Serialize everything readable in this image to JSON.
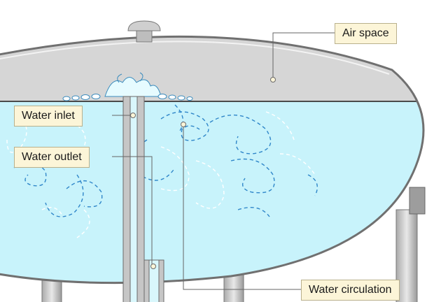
{
  "labels": {
    "air_space": "Air space",
    "water_inlet": "Water inlet",
    "water_outlet": "Water outlet",
    "water_circulation": "Water circulation"
  },
  "colors": {
    "water": "#c8f3fb",
    "air": "#d6d6d6",
    "tank_outline": "#707070",
    "pipe": "#c6c6c6",
    "swirl": "#2f86c9",
    "label_bg": "#fcf5d8",
    "leader_line": "#666666"
  }
}
